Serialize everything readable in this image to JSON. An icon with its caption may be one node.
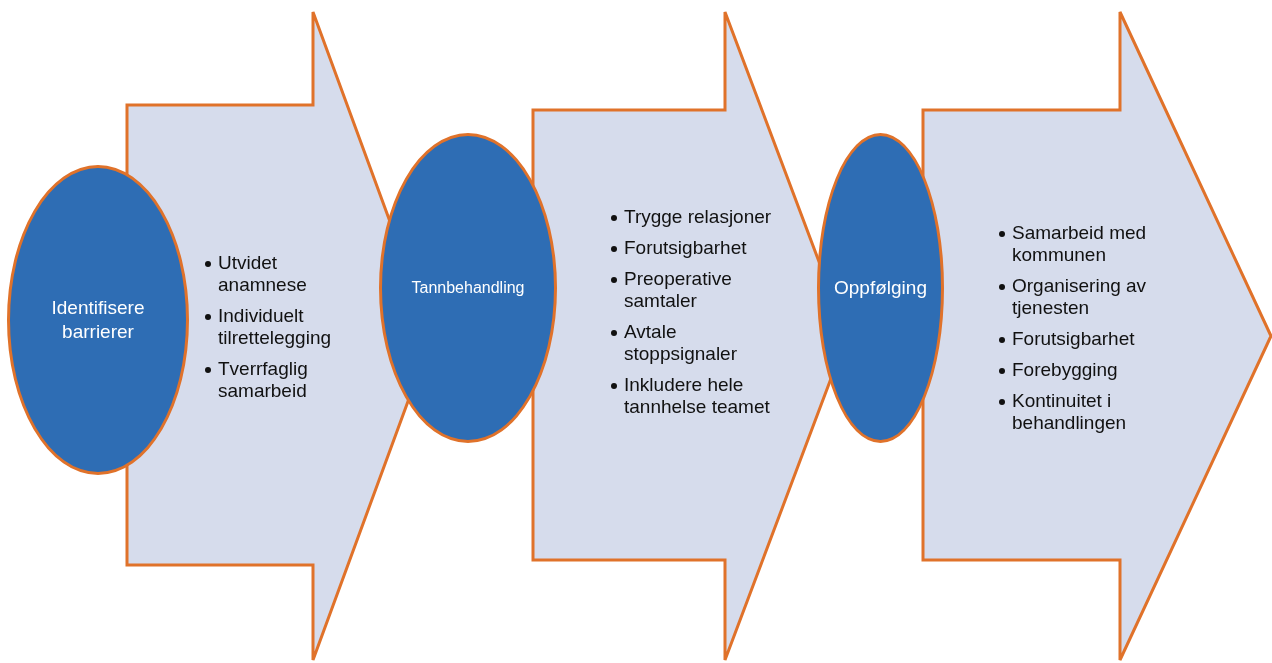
{
  "diagram": {
    "nodes": [
      {
        "text": [
          "Identifisere barrierer"
        ]
      },
      {
        "text": [
          "Utvidet anamnese",
          "Individuelt tilrettelegging",
          "Tverrfaglig samarbeid"
        ]
      },
      {
        "text": [
          "Tannbehandling"
        ]
      },
      {
        "text": [
          "Trygge relasjoner",
          "Forutsigbarhet",
          "Preoperative samtaler",
          "Avtale stoppsignaler",
          "Inkludere hele tannhelse teamet"
        ]
      },
      {
        "text": [
          "Oppfølging"
        ]
      },
      {
        "text": [
          "Samarbeid med kommunen",
          "Organisering av tjenesten",
          "Forutsigbarhet",
          "Forebygging",
          "Kontinuitet i behandlingen"
        ]
      }
    ],
    "edges": []
  }
}
